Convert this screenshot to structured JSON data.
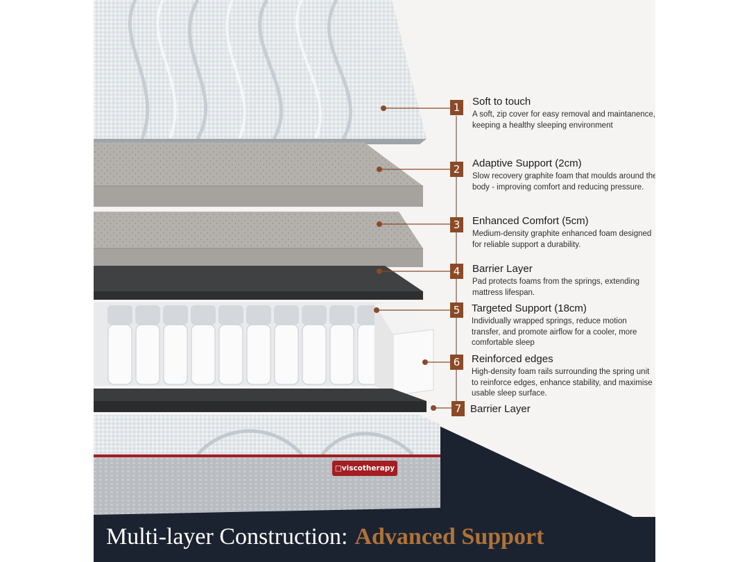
{
  "layers": [
    {
      "number": "1",
      "title": "Soft to touch",
      "description": "A soft, zip cover for easy removal and maintanence, keeping a healthy sleeping environment"
    },
    {
      "number": "2",
      "title": "Adaptive Support (2cm)",
      "description": "Slow recovery graphite foam that moulds around the body - improving comfort and reducing pressure."
    },
    {
      "number": "3",
      "title": "Enhanced Comfort (5cm)",
      "description": "Medium-density graphite enhanced foam designed for reliable support a durability."
    },
    {
      "number": "4",
      "title": "Barrier Layer",
      "description": "Pad protects foams from the springs, extending mattress lifespan."
    },
    {
      "number": "5",
      "title": "Targeted Support (18cm)",
      "description": "Individually wrapped springs, reduce motion transfer, and promote airflow for a cooler, more comfortable sleep"
    },
    {
      "number": "6",
      "title": "Reinforced edges",
      "description": "High-density foam rails surrounding the spring unit to reinforce edges, enhance stability, and maximise usable sleep surface."
    },
    {
      "number": "7",
      "title": "Barrier Layer",
      "description": ""
    }
  ],
  "brand": {
    "logo_text": "□viscotherapy"
  },
  "footer": {
    "main_text": "Multi-layer Construction:",
    "accent_text": "Advanced Support"
  },
  "colors": {
    "marker": "#8b4a27",
    "footer_background": "#1b2331",
    "accent": "#b07239",
    "brand_red": "#a31d22"
  }
}
